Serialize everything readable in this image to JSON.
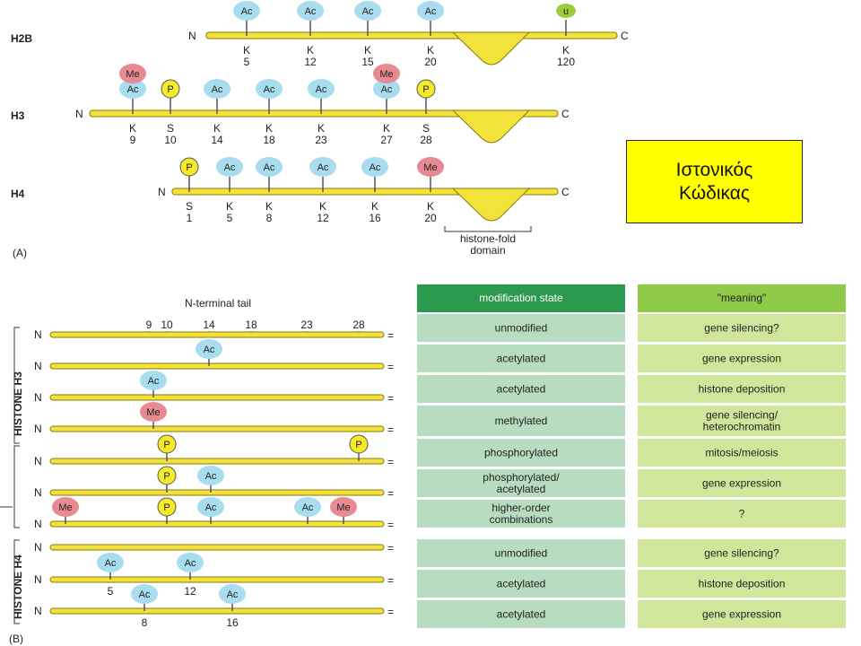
{
  "panel_a": {
    "label": "(A)",
    "h2b": {
      "name": "H2B",
      "n_end": "N",
      "c_end": "C",
      "sites": [
        {
          "res": "K",
          "num": "5",
          "mods": [
            "Ac"
          ]
        },
        {
          "res": "K",
          "num": "12",
          "mods": [
            "Ac"
          ]
        },
        {
          "res": "K",
          "num": "15",
          "mods": [
            "Ac"
          ]
        },
        {
          "res": "K",
          "num": "20",
          "mods": [
            "Ac"
          ]
        },
        {
          "res": "K",
          "num": "120",
          "mods": [
            "u"
          ]
        }
      ]
    },
    "h3": {
      "name": "H3",
      "n_end": "N",
      "c_end": "C",
      "sites": [
        {
          "res": "K",
          "num": "9",
          "mods": [
            "Ac",
            "Me"
          ]
        },
        {
          "res": "S",
          "num": "10",
          "mods": [
            "P"
          ]
        },
        {
          "res": "K",
          "num": "14",
          "mods": [
            "Ac"
          ]
        },
        {
          "res": "K",
          "num": "18",
          "mods": [
            "Ac"
          ]
        },
        {
          "res": "K",
          "num": "23",
          "mods": [
            "Ac"
          ]
        },
        {
          "res": "K",
          "num": "27",
          "mods": [
            "Ac",
            "Me"
          ]
        },
        {
          "res": "S",
          "num": "28",
          "mods": [
            "P"
          ]
        }
      ]
    },
    "h4": {
      "name": "H4",
      "n_end": "N",
      "c_end": "C",
      "sites": [
        {
          "res": "S",
          "num": "1",
          "mods": [
            "P"
          ]
        },
        {
          "res": "K",
          "num": "5",
          "mods": [
            "Ac"
          ]
        },
        {
          "res": "K",
          "num": "8",
          "mods": [
            "Ac"
          ]
        },
        {
          "res": "K",
          "num": "12",
          "mods": [
            "Ac"
          ]
        },
        {
          "res": "K",
          "num": "16",
          "mods": [
            "Ac"
          ]
        },
        {
          "res": "K",
          "num": "20",
          "mods": [
            "Me"
          ]
        }
      ]
    },
    "domain_label_1": "histone-fold",
    "domain_label_2": "domain"
  },
  "callout": {
    "line1": "Ιστονικός",
    "line2": "Κώδικας"
  },
  "panel_b": {
    "label": "(B)",
    "tail_title": "N-terminal tail",
    "h3_label": "HISTONE H3",
    "h4_label": "HISTONE H4",
    "h3_positions": [
      "9",
      "10",
      "14",
      "18",
      "23",
      "28"
    ],
    "h4_positions": [
      "5",
      "12",
      "8",
      "16"
    ],
    "n_letter": "N",
    "tail_end": "=",
    "table_header": {
      "state": "modification state",
      "meaning": "\"meaning\""
    },
    "h3_rows": [
      {
        "state": "unmodified",
        "meaning": "gene silencing?",
        "mods": []
      },
      {
        "state": "acetylated",
        "meaning": "gene expression",
        "mods": [
          "Ac"
        ]
      },
      {
        "state": "acetylated",
        "meaning": "histone deposition",
        "mods": [
          "Ac"
        ]
      },
      {
        "state": "methylated",
        "meaning": "gene silencing/ heterochromatin",
        "mods": [
          "Me"
        ]
      },
      {
        "state": "phosphorylated",
        "meaning": "mitosis/meiosis",
        "mods": [
          "P",
          "P"
        ]
      },
      {
        "state": "phosphorylated/ acetylated",
        "meaning": "gene expression",
        "mods": [
          "P",
          "Ac"
        ]
      },
      {
        "state": "higher-order combinations",
        "meaning": "?",
        "mods": [
          "Me",
          "P",
          "Ac",
          "Ac",
          "Me"
        ]
      }
    ],
    "h4_rows": [
      {
        "state": "unmodified",
        "meaning": "gene silencing?",
        "mods": []
      },
      {
        "state": "acetylated",
        "meaning": "histone deposition",
        "mods": [
          "Ac",
          "Ac"
        ]
      },
      {
        "state": "acetylated",
        "meaning": "gene expression",
        "mods": [
          "Ac",
          "Ac"
        ]
      }
    ]
  },
  "colors": {
    "acetyl": "#a8dcef",
    "methyl": "#e88a92",
    "phospho": "#f5ea2a",
    "ubiquitin": "#9ccc3a",
    "tail": "#f2e23a",
    "header_green": "#2c9a4e",
    "state_cell": "#b8dcc0",
    "meaning_cell": "#cfe69b",
    "meaning_header": "#8fc94a"
  }
}
